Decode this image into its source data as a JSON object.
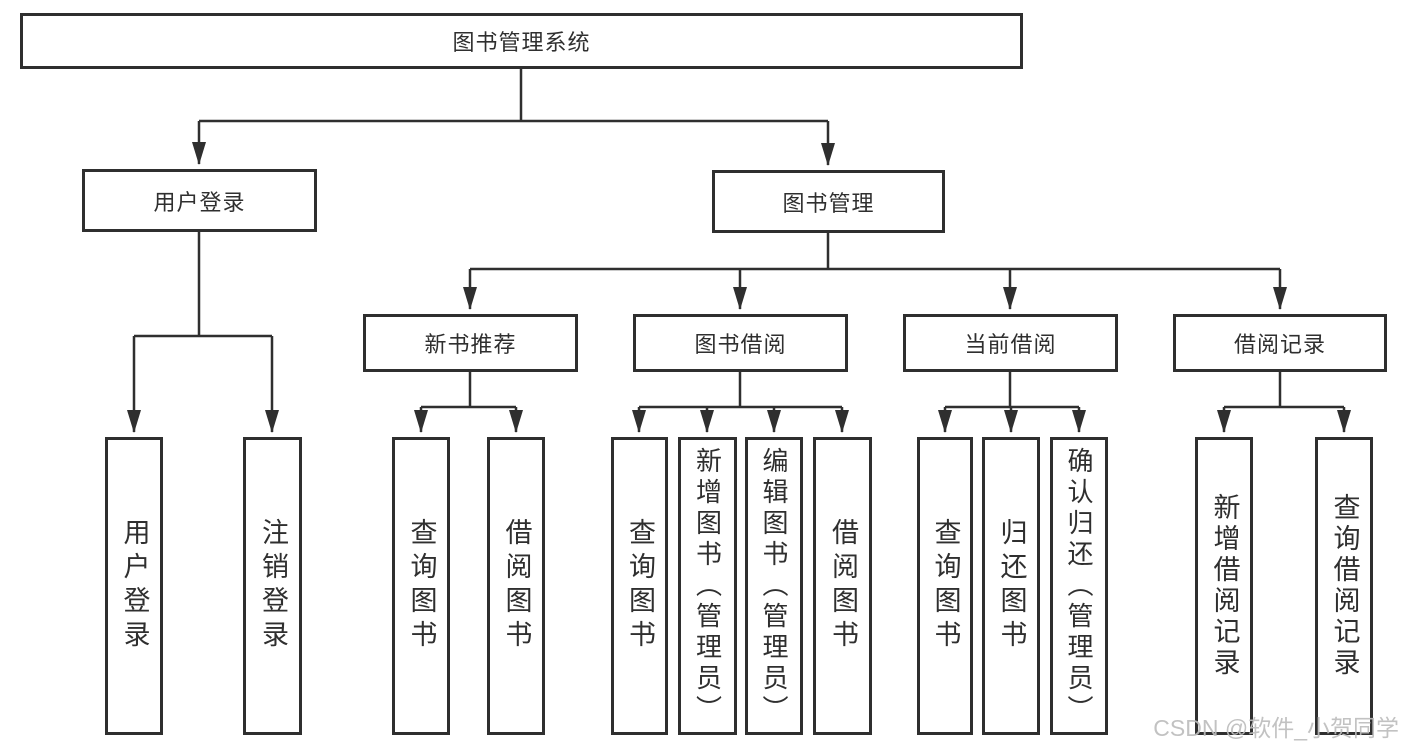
{
  "root": {
    "label": "图书管理系统"
  },
  "branches": {
    "user_login": {
      "label": "用户登录",
      "children": [
        "用户登录",
        "注销登录"
      ]
    },
    "book_mgmt": {
      "label": "图书管理"
    }
  },
  "modules": {
    "new_book": {
      "label": "新书推荐",
      "children": [
        "查询图书",
        "借阅图书"
      ]
    },
    "borrow": {
      "label": "图书借阅",
      "children": [
        "查询图书",
        "新增图书（管理员）",
        "编辑图书（管理员）",
        "借阅图书"
      ]
    },
    "current": {
      "label": "当前借阅",
      "children": [
        "查询图书",
        "归还图书",
        "确认归还（管理员）"
      ]
    },
    "records": {
      "label": "借阅记录",
      "children": [
        "新增借阅记录",
        "查询借阅记录"
      ]
    }
  },
  "watermark": "CSDN @软件_小贺同学",
  "colors": {
    "line": "#2f2f2f",
    "text": "#2f2f2f",
    "watermark": "#bdbdbd",
    "background": "#ffffff"
  }
}
